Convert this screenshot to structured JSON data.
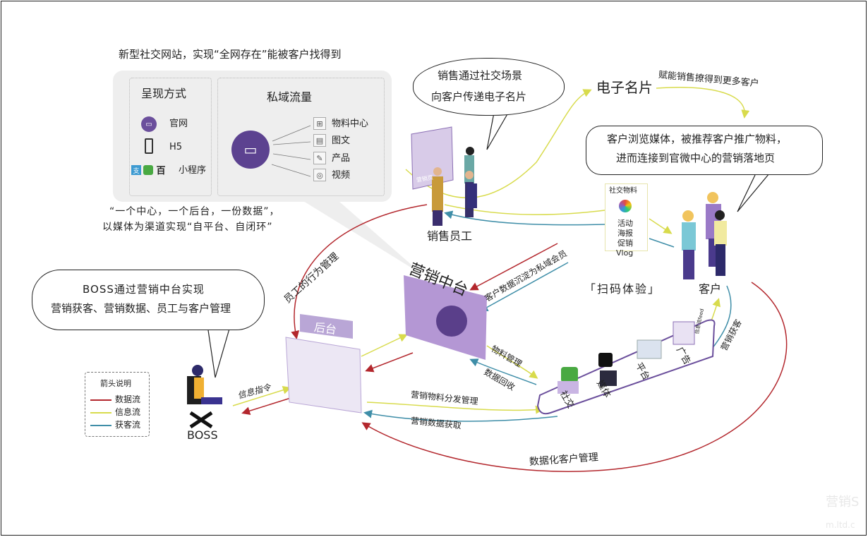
{
  "top_caption": "新型社交网站，实现“全网存在”能被客户找得到",
  "presentation": {
    "title": "呈现方式",
    "items": [
      "官网",
      "H5",
      "小程序"
    ]
  },
  "private_traffic": {
    "title": "私域流量",
    "items": [
      "物料中心",
      "图文",
      "产品",
      "视频"
    ]
  },
  "slogan": [
    "“一个中心，一个后台，一份数据”，",
    "以媒体为渠道实现“自平台、自闭环”"
  ],
  "sales_bubble": [
    "销售通过社交场景",
    "向客户传递电子名片"
  ],
  "sales_page_label": "营销页",
  "sales_label": "销售员工",
  "ecard": "电子名片",
  "ecard_note": "赋能销售撩得到更多客户",
  "customer_bubble": [
    "客户浏览媒体，被推荐客户推广物料，",
    "进而连接到官微中心的营销落地页"
  ],
  "social_material": {
    "title": "社交物料",
    "items": [
      "活动",
      "海报",
      "促销",
      "Vlog"
    ]
  },
  "scan": "「扫码体验」",
  "customer_label": "客户",
  "center_label": "营销中台",
  "center_note": "客户数据沉淀为私域会员",
  "staff_note": "员工的行为管理",
  "backend_label": "后台",
  "boss_bubble": [
    "BOSS通过营销中台实现",
    "营销获客、营销数据、员工与客户管理"
  ],
  "boss_label": "BOSS",
  "info_command": "信息指令",
  "legend": {
    "title": "箭头说明",
    "items": [
      {
        "label": "数据流",
        "color": "#b3272d"
      },
      {
        "label": "信息流",
        "color": "#d8db4c"
      },
      {
        "label": "获客流",
        "color": "#3f8ea8"
      }
    ]
  },
  "platform": {
    "labels": [
      "社交",
      "媒体",
      "平台",
      "广告"
    ]
  },
  "material_mgmt": "物料管理",
  "data_recovery": "数据回收",
  "distribution": "营销物料分发管理",
  "data_fetch": "营销数据获取",
  "feed": "信息流feed",
  "acquire": "营销获客",
  "digital_mgmt": "数据化客户管理",
  "watermark": [
    "营销S",
    "m.ltd.c"
  ],
  "colors": {
    "purple": "#6b4f9c",
    "red": "#b3272d",
    "yellow": "#d8db4c",
    "teal": "#3f8ea8"
  }
}
